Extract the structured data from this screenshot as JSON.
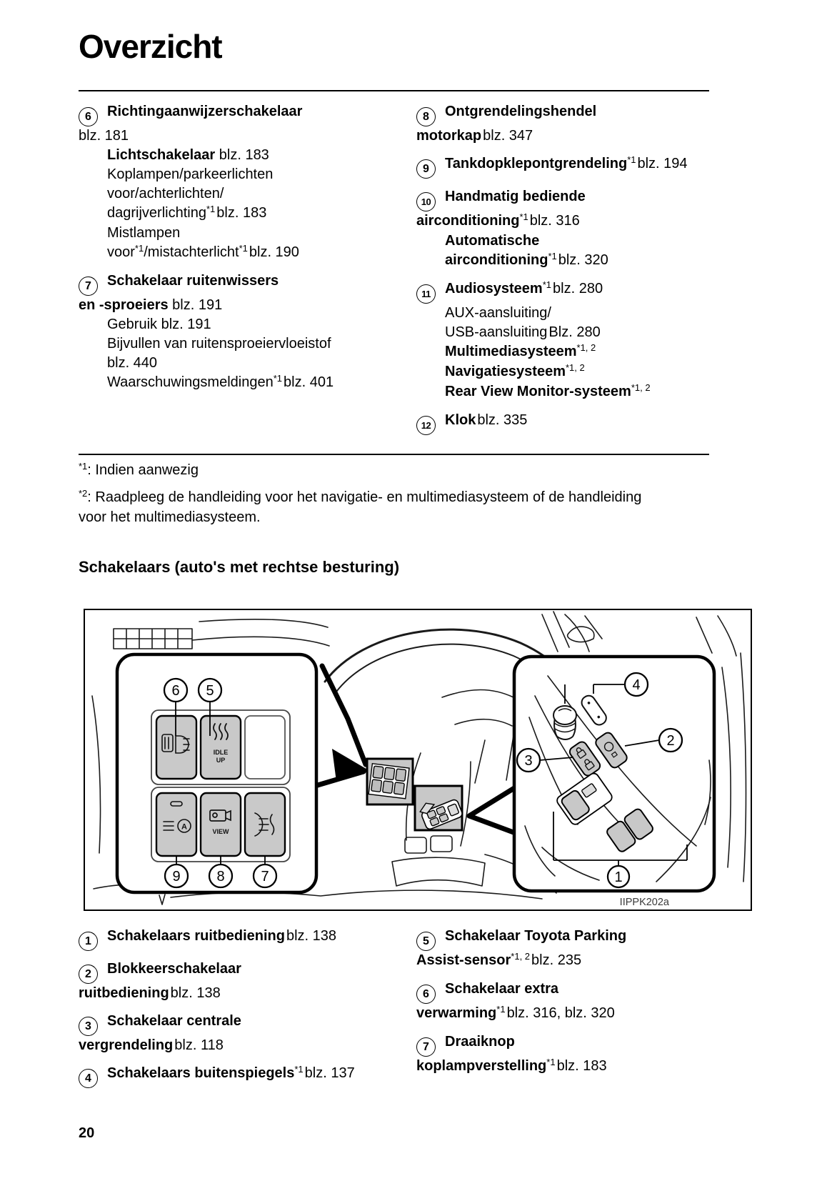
{
  "page": {
    "title": "Overzicht",
    "section_heading": "Schakelaars (auto's met rechtse besturing)",
    "page_number": "20"
  },
  "footnotes": {
    "fn1_marker": "*1",
    "fn1_text": ": Indien aanwezig",
    "fn2_marker": "*2",
    "fn2_line1": ": Raadpleeg de handleiding voor het navigatie- en multimediasysteem of de handleiding",
    "fn2_line2": "voor het multimediasysteem."
  },
  "overview": {
    "i6": {
      "num": "6",
      "l1": "Richtingaanwijzerschakelaar",
      "l2": "blz. 181",
      "s1b": "Lichtschakelaar",
      "s1r": " blz. 183",
      "s2": "Koplampen/parkeerlichten",
      "s3": "voor/achterlichten/",
      "s4t": "dagrijverlichting",
      "s4sup": "*1",
      "s4p": "blz. 183",
      "s5": "Mistlampen",
      "s6t1": "voor",
      "s6sup1": "*1",
      "s6t2": "/mistachterlicht",
      "s6sup2": "*1",
      "s6p": "blz. 190"
    },
    "i7": {
      "num": "7",
      "l1": "Schakelaar ruitenwissers",
      "l2b": "en -sproeiers",
      "l2r": " blz. 191",
      "s1": "Gebruik blz. 191",
      "s2": "Bijvullen van ruitensproeiervloeistof",
      "s3": "blz. 440",
      "s4t": "Waarschuwingsmeldingen",
      "s4sup": "*1",
      "s4p": "blz. 401"
    },
    "i8": {
      "num": "8",
      "l1": "Ontgrendelingshendel",
      "l2b": "motorkap",
      "l2r": "blz. 347"
    },
    "i9": {
      "num": "9",
      "t": "Tankdopklepontgrendeling",
      "sup": "*1",
      "p": "blz. 194"
    },
    "i10": {
      "num": "10",
      "l1": "Handmatig bediende",
      "l2b": "airconditioning",
      "l2sup": "*1",
      "l2r": "blz. 316",
      "s1": "Automatische",
      "s2b": "airconditioning",
      "s2sup": "*1",
      "s2r": "blz. 320"
    },
    "i11": {
      "num": "11",
      "t": "Audiosysteem",
      "sup": "*1",
      "p": "blz. 280",
      "s1": "AUX-aansluiting/",
      "s2t": "USB-aansluiting",
      "s2p": "Blz. 280",
      "s3b": "Multimediasysteem",
      "s3sup": "*1, 2",
      "s4b": "Navigatiesysteem",
      "s4sup": "*1, 2",
      "s5b": "Rear View Monitor-systeem",
      "s5sup": "*1, 2"
    },
    "i12": {
      "num": "12",
      "t": "Klok",
      "p": "blz. 335"
    }
  },
  "switches": {
    "i1": {
      "num": "1",
      "t": "Schakelaars ruitbediening",
      "p": "blz. 138"
    },
    "i2": {
      "num": "2",
      "l1": "Blokkeerschakelaar",
      "l2b": "ruitbediening",
      "l2r": "blz. 138"
    },
    "i3": {
      "num": "3",
      "l1": "Schakelaar centrale",
      "l2b": "vergrendeling",
      "l2r": "blz. 118"
    },
    "i4": {
      "num": "4",
      "t": "Schakelaars buitenspiegels",
      "sup": "*1",
      "p": "blz. 137"
    },
    "i5": {
      "num": "5",
      "l1": "Schakelaar Toyota Parking",
      "l2b": "Assist-sensor",
      "l2sup": "*1, 2",
      "l2r": "blz. 235"
    },
    "i6": {
      "num": "6",
      "l1": "Schakelaar extra",
      "l2b": "verwarming",
      "l2sup": "*1",
      "l2r": "blz. 316, blz. 320"
    },
    "i7": {
      "num": "7",
      "l1": "Draaiknop",
      "l2b": "koplampverstelling",
      "l2sup": "*1",
      "l2r": "blz. 183"
    }
  },
  "figure": {
    "code": "IIPPK202a",
    "callout_6": "6",
    "callout_5": "5",
    "callout_9": "9",
    "callout_8": "8",
    "callout_7": "7",
    "callout_4": "4",
    "callout_2": "2",
    "callout_3": "3",
    "callout_1": "1",
    "switch5_l1": "IDLE",
    "switch5_l2": "UP",
    "switch8_label": "VIEW",
    "switch9_letter": "A"
  }
}
